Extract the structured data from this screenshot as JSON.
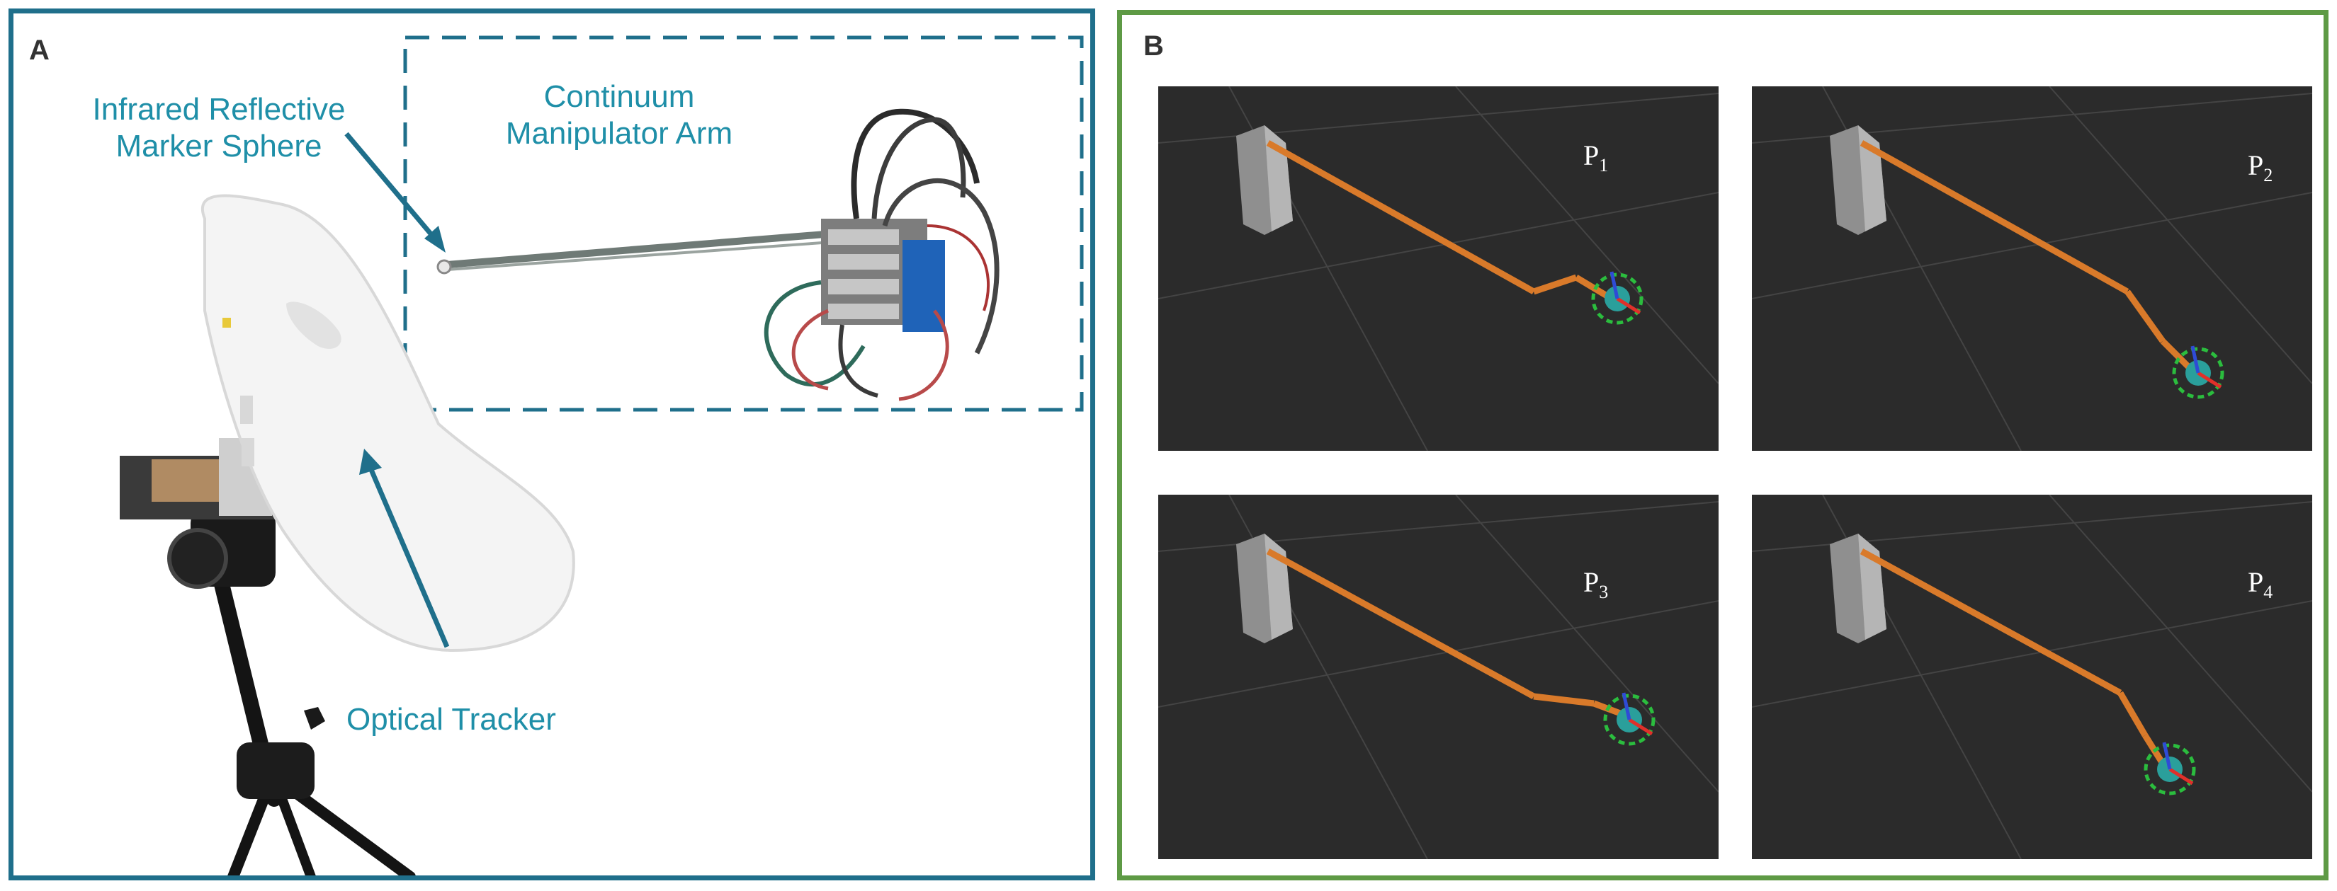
{
  "panel_a": {
    "label": "A",
    "callouts": {
      "marker": "Infrared Reflective Marker Sphere",
      "arm": "Continuum Manipulator Arm",
      "tracker": "Optical Tracker"
    }
  },
  "panel_b": {
    "label": "B",
    "views": [
      {
        "pose_letter": "P",
        "pose_index": "1"
      },
      {
        "pose_letter": "P",
        "pose_index": "2"
      },
      {
        "pose_letter": "P",
        "pose_index": "3"
      },
      {
        "pose_letter": "P",
        "pose_index": "4"
      }
    ]
  },
  "colors": {
    "panel_a_border": "#1f6f8b",
    "panel_b_border": "#5e9a45",
    "callout_text": "#1f8fa8",
    "sim_background": "#2b2b2b",
    "arm_orange": "#d97a2a"
  }
}
